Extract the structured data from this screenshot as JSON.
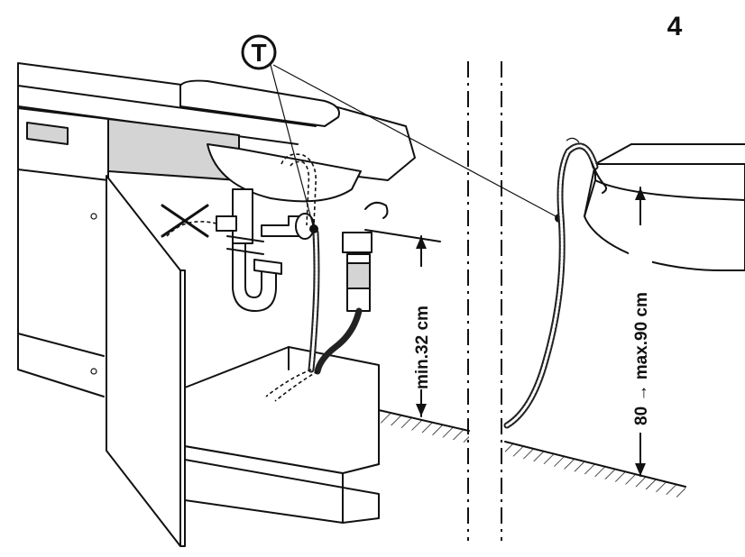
{
  "figure": {
    "number": "4"
  },
  "marker": {
    "letter": "T"
  },
  "dimensions": {
    "min_height": "min.32 cm",
    "range_height": "80 → max.90 cm"
  }
}
